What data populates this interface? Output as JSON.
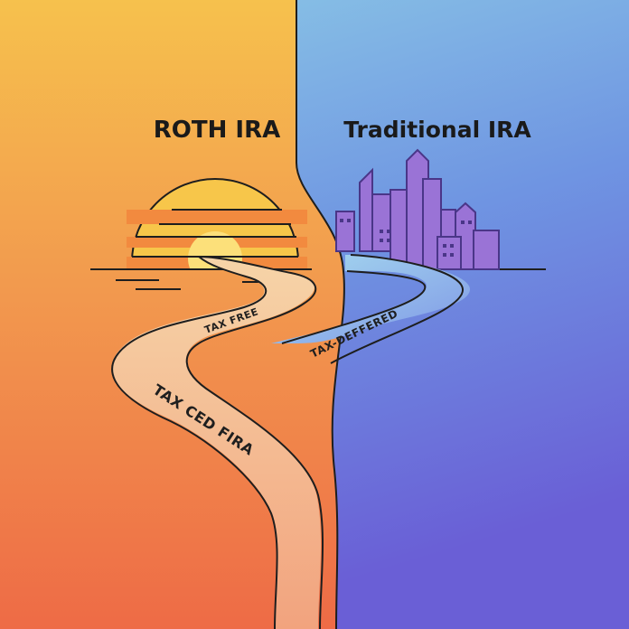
{
  "titles": {
    "left": "ROTH IRA",
    "right": "Traditional IRA"
  },
  "path_labels": {
    "tax_free": "TAX FREE",
    "tax_deferred": "TAX-DEFFERED",
    "tax_ced": "TAX CED FIRA"
  },
  "colors": {
    "left_top": "#f6c14d",
    "left_mid": "#f29a4e",
    "left_bottom": "#ee6b46",
    "right_top": "#8dcbe6",
    "right_mid": "#6b8fe0",
    "right_bottom": "#6a5fd6",
    "sun_yellow": "#f7c64a",
    "sun_orange": "#f28a3f",
    "city_purple": "#9a73d6",
    "river_blue": "#8ac6ea",
    "road_peach": "#f9c59a",
    "line": "#1e1e1e"
  },
  "icons": [
    "sun-icon",
    "city-skyline-icon"
  ]
}
